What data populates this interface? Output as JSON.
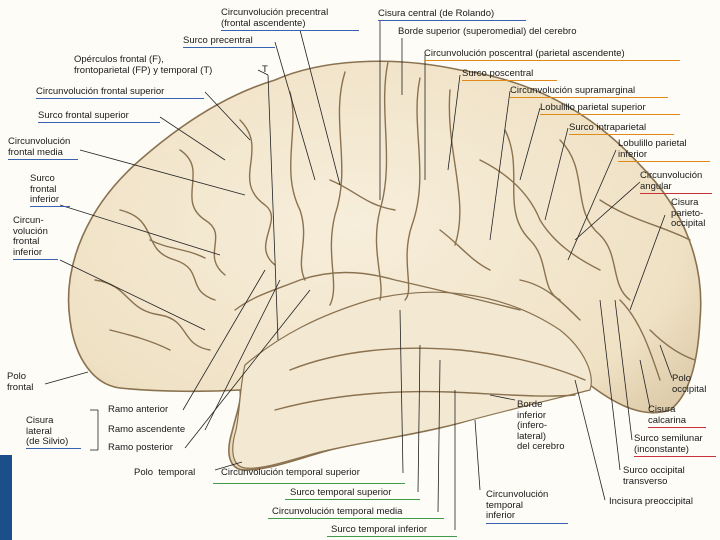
{
  "colors": {
    "background": "#fdfcf7",
    "brain_fill": "#f2e6cf",
    "brain_shadow": "#d9c6a3",
    "sulcus_line": "#8a7250",
    "leader_line": "#222222",
    "underline_blue": "#3a62b0",
    "underline_green": "#3f9a4a",
    "underline_orange": "#e08a1a",
    "underline_red": "#c8333a",
    "accent_bar": "#1b4f8a"
  },
  "labels": {
    "precentral_gyrus": "Circunvolución precentral\n(frontal ascendente)",
    "central_sulcus": "Cisura central (de Rolando)",
    "precentral_sulcus": "Surco precentral",
    "superior_border": "Borde superior (superomedial) del cerebro",
    "opercula": "Opérculos frontal (F),\nfrontoparietal (FP) y temporal (T)",
    "postcentral_gyrus": "Circunvolución poscentral (parietal ascendente)",
    "postcentral_sulcus": "Surco poscentral",
    "superior_frontal_gyrus": "Circunvolución frontal superior",
    "supramarginal_gyrus": "Circunvolución supramarginal",
    "superior_frontal_sulcus": "Surco frontal superior",
    "superior_parietal_lobule": "Lobulillo parietal superior",
    "intraparietal_sulcus": "Surco intraparietal",
    "middle_frontal_gyrus": "Circunvolución\nfrontal media",
    "inferior_parietal_lobule": "Lobulillo parietal\ninferior",
    "inferior_frontal_sulcus": "Surco\nfrontal\ninferior",
    "angular_gyrus": "Circunvolución\nangular",
    "parieto_occipital_fissure": "Cisura\nparieto-\noccipital",
    "inferior_frontal_gyrus": "Circun-\nvolución\nfrontal\ninferior",
    "frontal_pole": "Polo\nfrontal",
    "occipital_pole": "Polo\noccipital",
    "lateral_fissure": "Cisura\nlateral\n(de Silvio)",
    "anterior_ramus": "Ramo anterior",
    "ascending_ramus": "Ramo ascendente",
    "posterior_ramus": "Ramo posterior",
    "calcarine_fissure": "Cisura\ncalcarina",
    "semilunar_sulcus": "Surco semilunar\n(inconstante)",
    "inferior_border": "Borde\ninferior\n(infero-\nlateral)\ndel cerebro",
    "transverse_occipital_sulcus": "Surco occipital\ntransverso",
    "temporal_pole": "Polo  temporal",
    "superior_temporal_gyrus": "Circunvolución temporal superior",
    "superior_temporal_sulcus": "Surco temporal superior",
    "middle_temporal_gyrus": "Circunvolución temporal media",
    "inferior_temporal_sulcus": "Surco temporal inferior",
    "inferior_temporal_gyrus": "Circunvolución\ntemporal\ninferior",
    "preoccipital_notch": "Incisura preoccipital",
    "operculum_letter": "T"
  }
}
